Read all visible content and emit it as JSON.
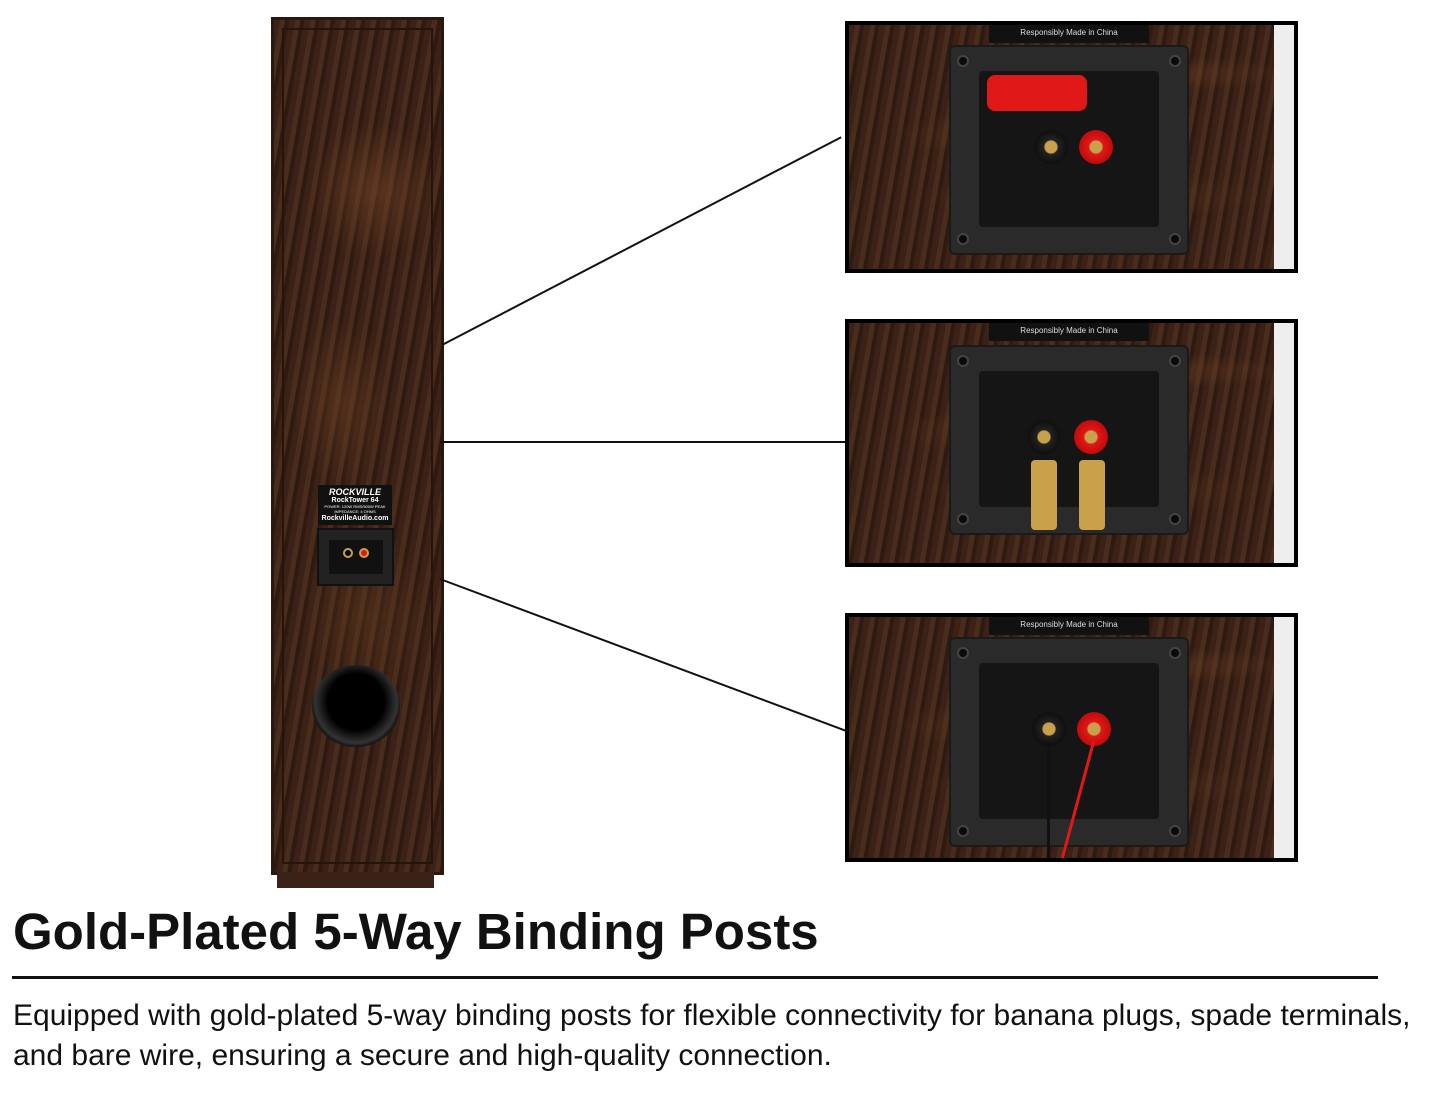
{
  "speaker_label": {
    "brand": "ROCKVILLE",
    "model": "RockTower 64",
    "power": "POWER: 120W RMS/500W PEAK",
    "impedance": "IMPEDANCE: 4 OHMS",
    "website": "RockvilleAudio.com"
  },
  "panels": [
    {
      "tag": "Responsibly Made in China",
      "connection": "banana-plugs"
    },
    {
      "tag": "Responsibly Made in China",
      "connection": "spade-terminals"
    },
    {
      "tag": "Responsibly Made in China",
      "connection": "bare-wire"
    }
  ],
  "heading": "Gold-Plated 5-Way Binding Posts",
  "description": "Equipped with gold-plated 5-way binding posts for flexible connectivity for banana plugs, spade terminals, and bare wire, ensuring a secure and high-quality connection.",
  "colors": {
    "wood": "#3b2116",
    "post_red": "#e01818",
    "gold": "#c9a14b"
  }
}
